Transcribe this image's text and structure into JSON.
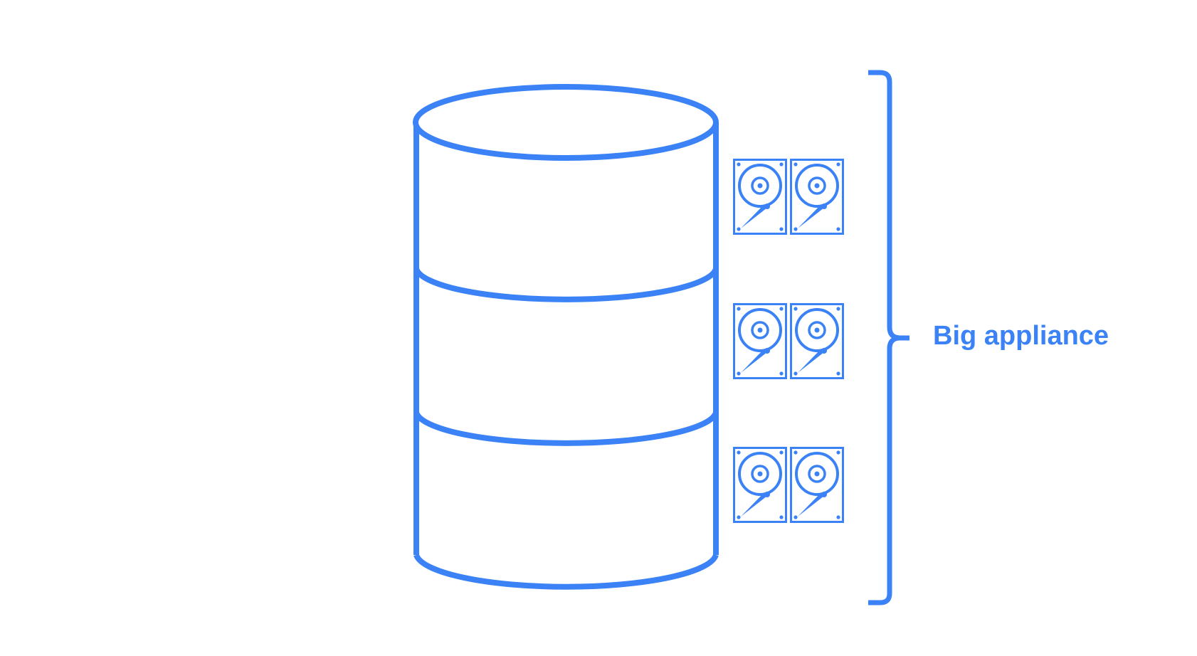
{
  "diagram": {
    "label": "Big appliance",
    "accent_color": "#3b82f6",
    "background_color": "#ffffff",
    "database_icon": "stacked-cylinder-database-icon",
    "database_layers": 3,
    "disk_icon": "hard-disk-drive-icon",
    "disks_per_row": 2,
    "disk_rows": 3,
    "bracket_icon": "right-curly-brace"
  }
}
